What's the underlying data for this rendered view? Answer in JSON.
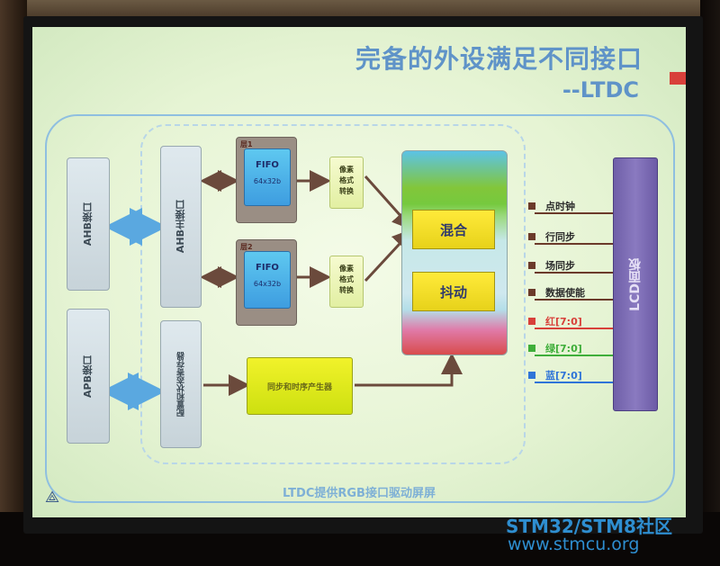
{
  "slide": {
    "title": "完备的外设满足不同接口",
    "subtitle": "--LTDC",
    "caption": "LTDC提供RGB接口驱动屏屏"
  },
  "blocks": {
    "ahb_interface": "AHB接口",
    "apb_interface": "APB接口",
    "ahb_master": "AHB主接口",
    "config_regs": "配置和状态寄存器",
    "layer1": {
      "tag": "层1",
      "fifo": "FIFO",
      "size": "64x32b"
    },
    "layer2": {
      "tag": "层2",
      "fifo": "FIFO",
      "size": "64x32b"
    },
    "pixel_conv_1": [
      "像素",
      "格式",
      "转换"
    ],
    "pixel_conv_2": [
      "像素",
      "格式",
      "转换"
    ],
    "blend": "混合",
    "dither": "抖动",
    "sync_timing": "同步和时序产生器",
    "lcd_panel": "LCD面板"
  },
  "signals": [
    {
      "label": "点时钟",
      "color": "#6b3a2a"
    },
    {
      "label": "行同步",
      "color": "#6b3a2a"
    },
    {
      "label": "场同步",
      "color": "#6b3a2a"
    },
    {
      "label": "数据使能",
      "color": "#6b3a2a"
    },
    {
      "label": "红[7:0]",
      "color": "#d8403a"
    },
    {
      "label": "绿[7:0]",
      "color": "#3fae3a"
    },
    {
      "label": "蓝[7:0]",
      "color": "#2f74d8"
    }
  ],
  "watermark": {
    "brand": "STM32/STM8社区",
    "url": "www.stmcu.org"
  }
}
